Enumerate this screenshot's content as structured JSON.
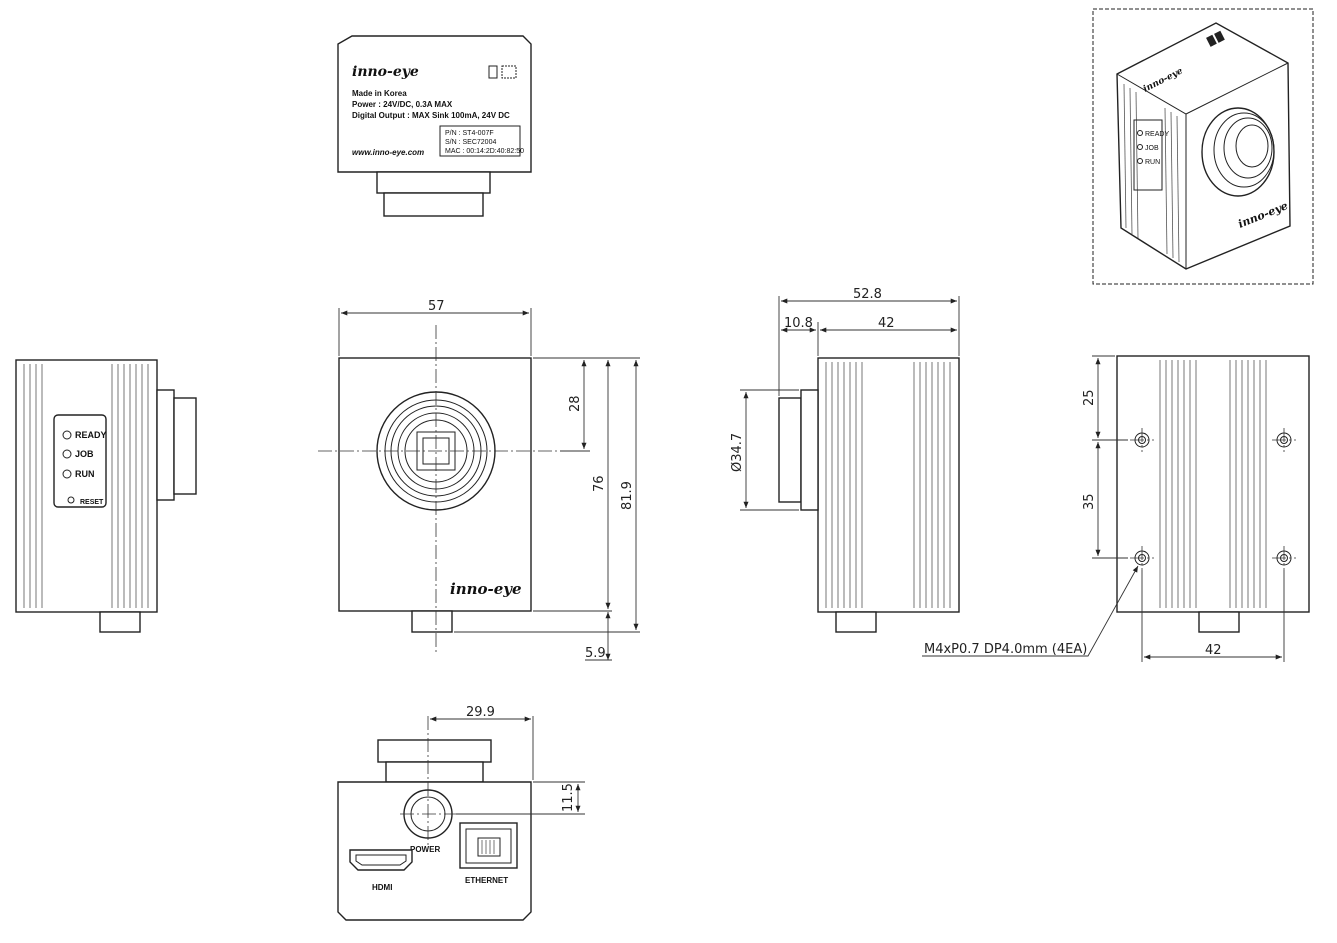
{
  "label_panel": {
    "logo": "inno-eye",
    "made_in": "Made in Korea",
    "power": "Power : 24V/DC, 0.3A MAX",
    "digital_output": "Digital Output : MAX Sink 100mA, 24V DC",
    "pn": "P/N : ST4-007F",
    "sn": "S/N : SEC72004",
    "mac": "MAC : 00:14:2D:40:82:50",
    "website": "www.inno-eye.com"
  },
  "front_logo": "inno-eye",
  "iso_logo": "inno-eye",
  "status_leds": [
    "READY",
    "JOB",
    "RUN"
  ],
  "reset_label": "RESET",
  "iso_leds": [
    "READY",
    "JOB",
    "RUN"
  ],
  "connectors": {
    "power": "POWER",
    "hdmi": "HDMI",
    "ethernet": "ETHERNET"
  },
  "dimensions": {
    "front_width": "57",
    "front_center_offset": "28",
    "front_height": "76",
    "total_height": "81.9",
    "connector_height": "5.9",
    "total_depth": "52.8",
    "lens_depth": "10.8",
    "body_depth": "42",
    "lens_diameter": "Ø34.7",
    "hole_top_offset": "25",
    "hole_vertical_spacing": "35",
    "hole_horizontal_spacing": "42",
    "power_offset": "29.9",
    "power_height": "11.5"
  },
  "thread_callout": "M4xP0.7 DP4.0mm (4EA)"
}
